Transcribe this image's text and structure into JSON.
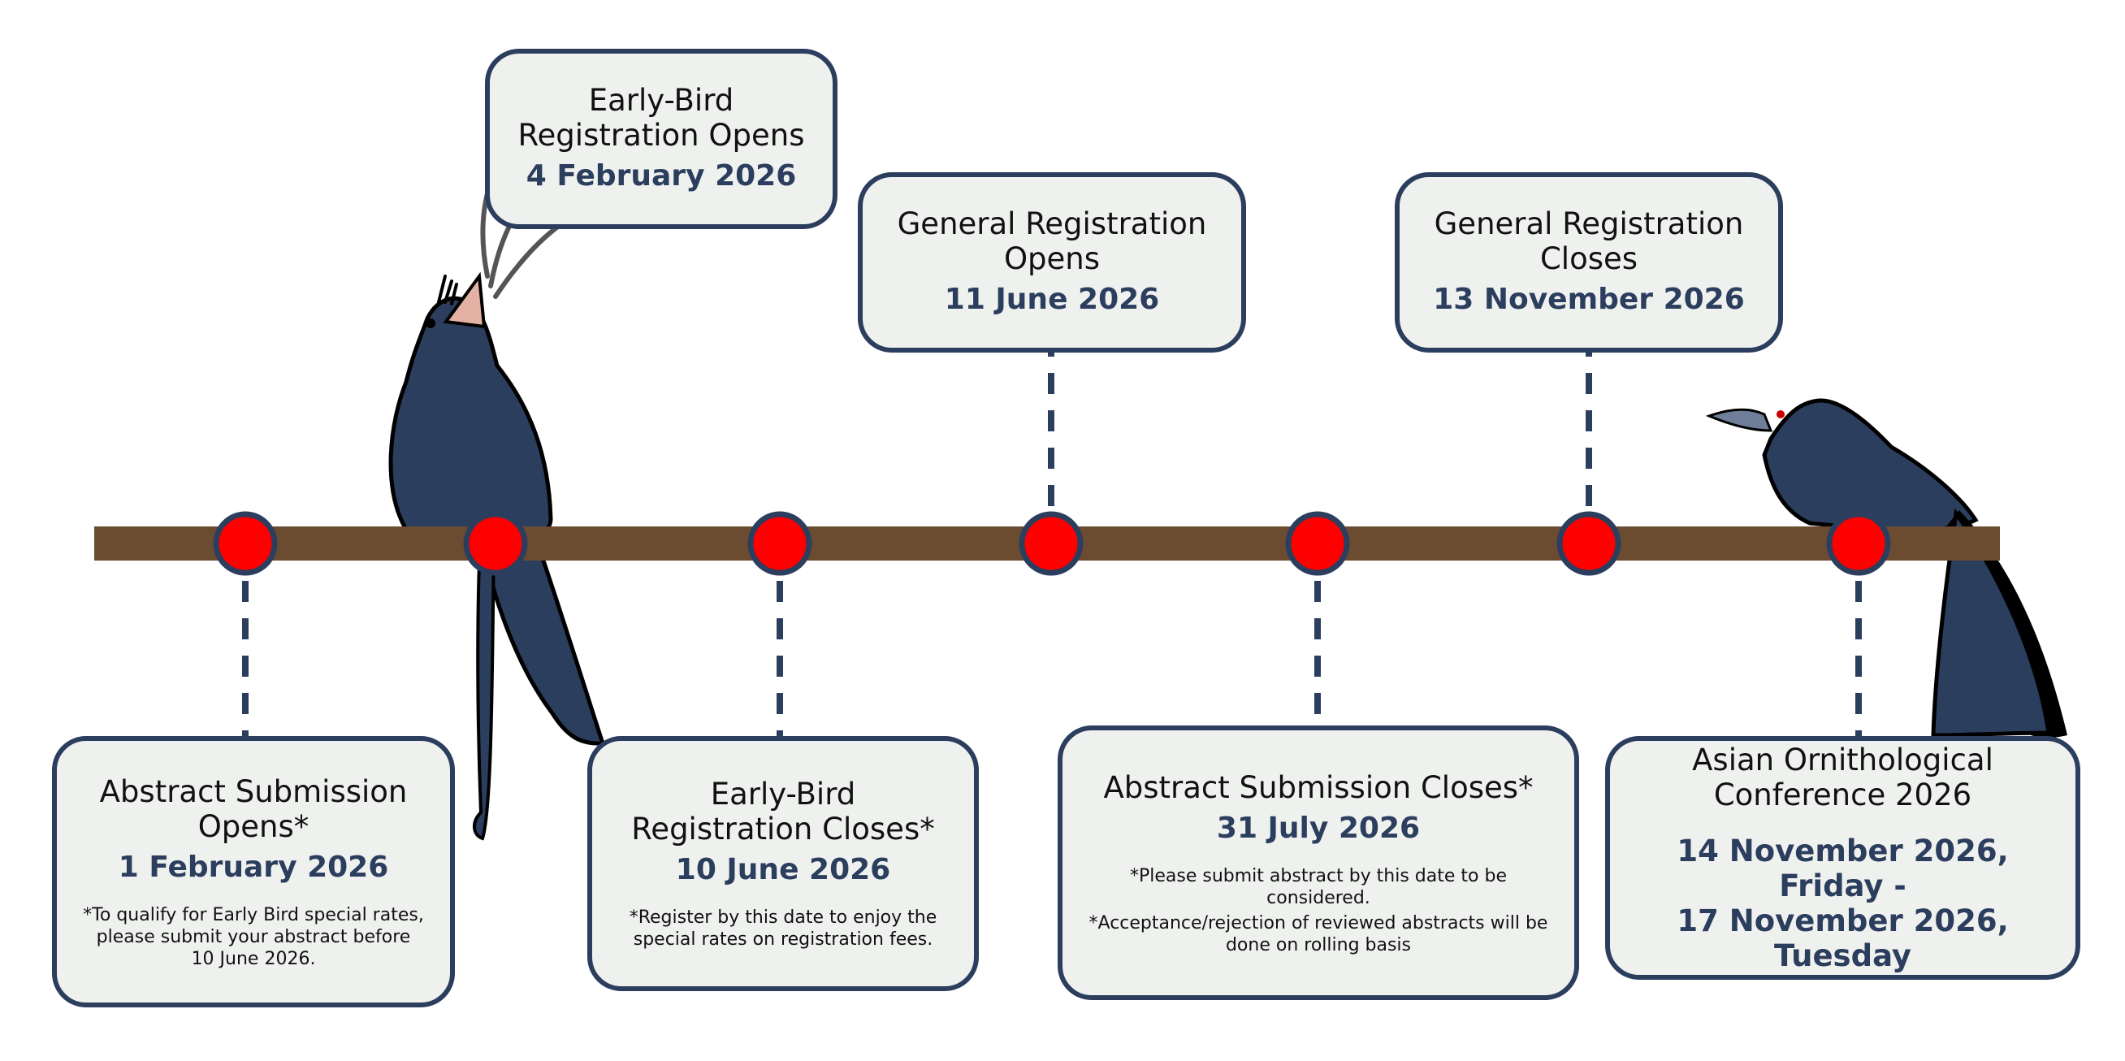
{
  "colors": {
    "card_fill": "#eff1ef",
    "card_border": "#2c3e5e",
    "date_text": "#2c3e5e",
    "branch": "#6b4c31",
    "dot_fill": "#ff0000",
    "bird": "#2c3e5e"
  },
  "events": [
    {
      "title": "Early-Bird\nRegistration Opens",
      "date": "4 February 2026"
    },
    {
      "title": "General Registration\nOpens",
      "date": "11 June 2026"
    },
    {
      "title": "General Registration\nCloses",
      "date": "13 November 2026"
    },
    {
      "title": "Abstract Submission\nOpens*",
      "date": "1 February 2026",
      "note": "*To qualify for Early Bird special rates,\nplease submit your abstract before\n10 June 2026."
    },
    {
      "title": "Early-Bird\nRegistration Closes*",
      "date": "10 June 2026",
      "note": "*Register by this date to enjoy the\nspecial rates on registration fees."
    },
    {
      "title": "Abstract Submission Closes*",
      "date": "31 July 2026",
      "note": "*Please submit abstract by this date to be considered.",
      "note2": "*Acceptance/rejection of reviewed abstracts will be\ndone on rolling basis"
    },
    {
      "title": "Asian Ornithological\nConference 2026",
      "date": "14 November 2026, Friday -\n17 November 2026, Tuesday"
    }
  ]
}
